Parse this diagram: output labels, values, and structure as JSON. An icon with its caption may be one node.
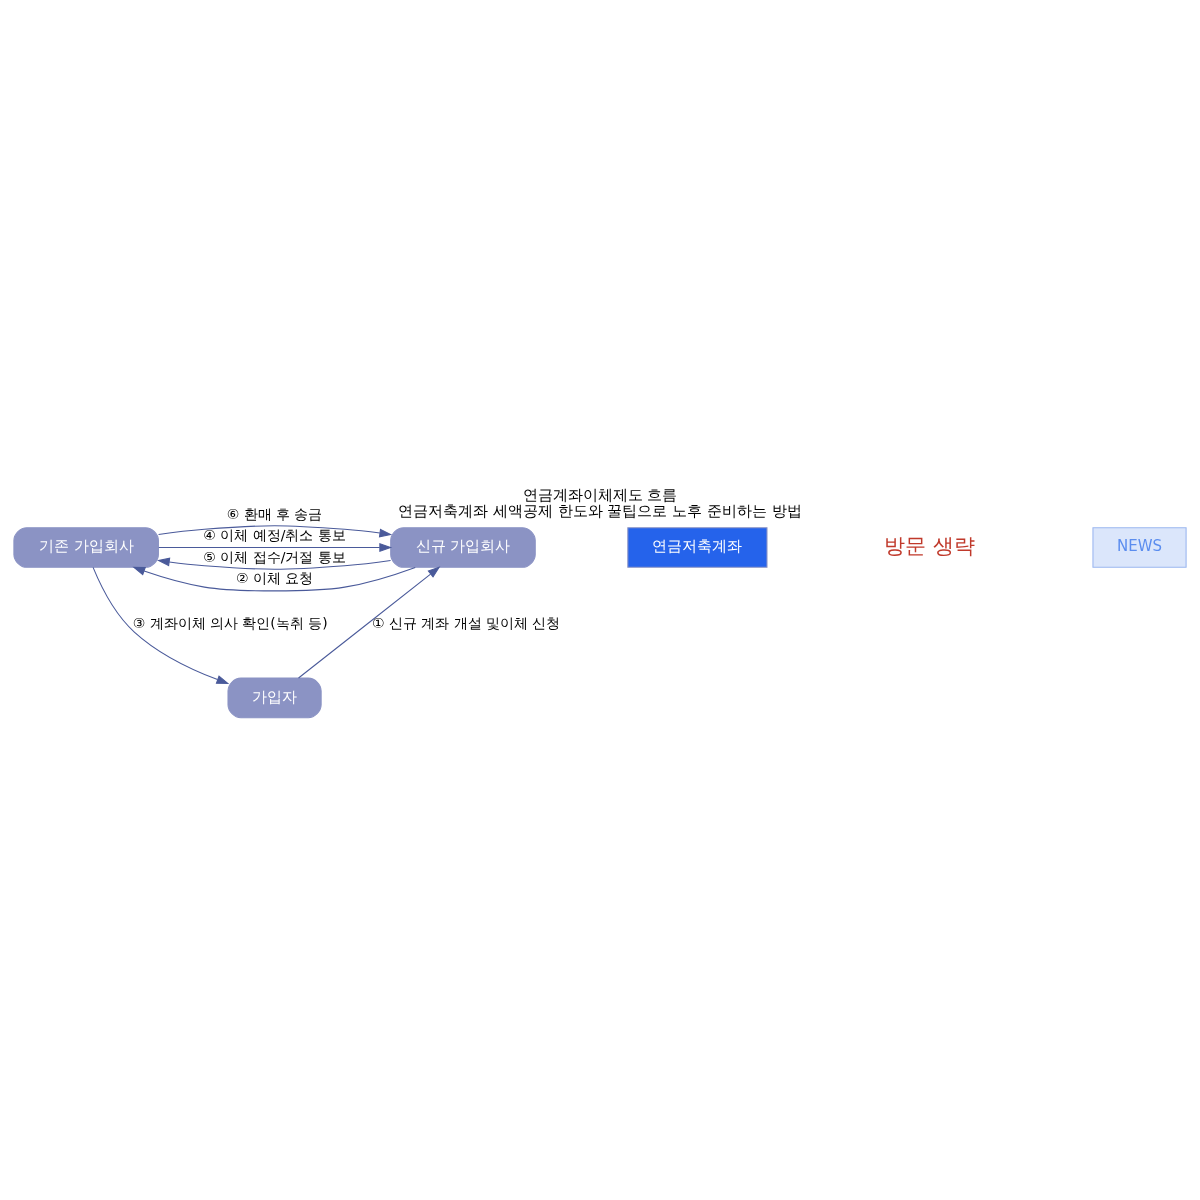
{
  "diagram": {
    "title": "연금계좌이체제도 흐름",
    "caption": "연금저축계좌 세액공제 한도와 꿀팁으로 노후 준비하는 방법",
    "nodes": [
      {
        "text": [
          "기존 가입회사"
        ]
      },
      {
        "text": [
          "신규 가입회사"
        ]
      },
      {
        "text": [
          "가입자"
        ]
      }
    ],
    "edges": [
      {
        "from": 1,
        "to": 0,
        "arrow": "to",
        "label": "② 이체 요청"
      },
      {
        "from": 0,
        "to": 1,
        "arrow": "to",
        "label": "④ 이체 예정/취소 통보"
      },
      {
        "from": 1,
        "to": 0,
        "arrow": "to",
        "label": "⑤ 이체 접수/거절 통보"
      },
      {
        "from": 0,
        "to": 1,
        "arrow": "to",
        "label": "⑥ 환매 후 송금"
      },
      {
        "from": 0,
        "to": 2,
        "arrow": "to",
        "label": "③ 계좌이체 의사 확인(녹취 등)"
      },
      {
        "from": 2,
        "to": 1,
        "arrow": "to",
        "label": "① 신규 계좌 개설 및이체 신청"
      }
    ],
    "labels": [
      "연금저축계좌",
      "방문 생략",
      "NEWS"
    ]
  }
}
